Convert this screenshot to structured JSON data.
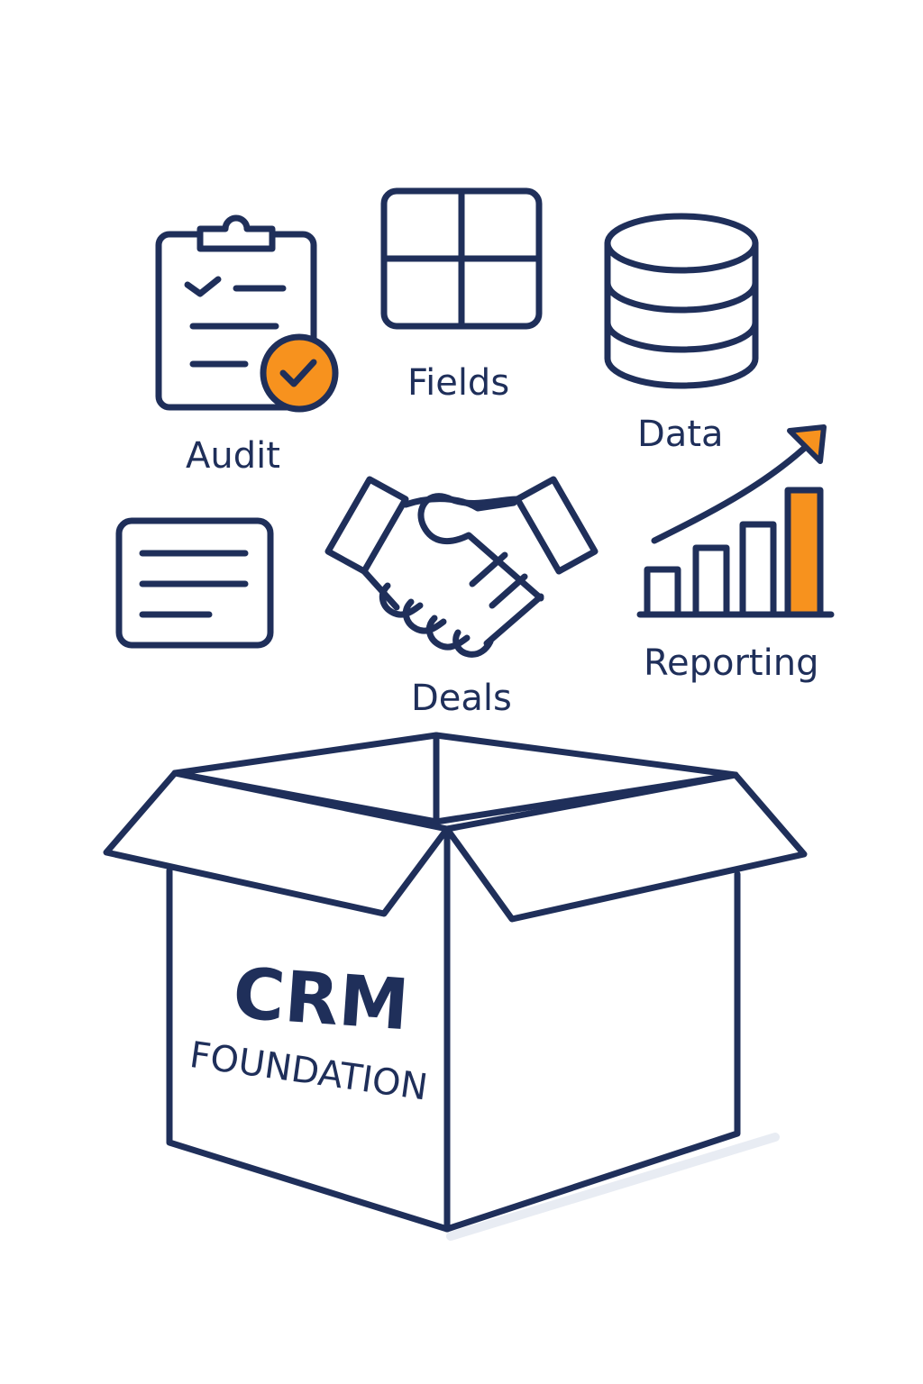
{
  "icons": {
    "audit": {
      "label": "Audit"
    },
    "fields": {
      "label": "Fields"
    },
    "data": {
      "label": "Data"
    },
    "deals": {
      "label": "Deals"
    },
    "reporting": {
      "label": "Reporting"
    },
    "notes": {
      "label": ""
    }
  },
  "box": {
    "title": "CRM",
    "subtitle": "FOUNDATION"
  },
  "colors": {
    "stroke": "#1f2f5a",
    "accent": "#f7921e",
    "background": "#ffffff"
  }
}
